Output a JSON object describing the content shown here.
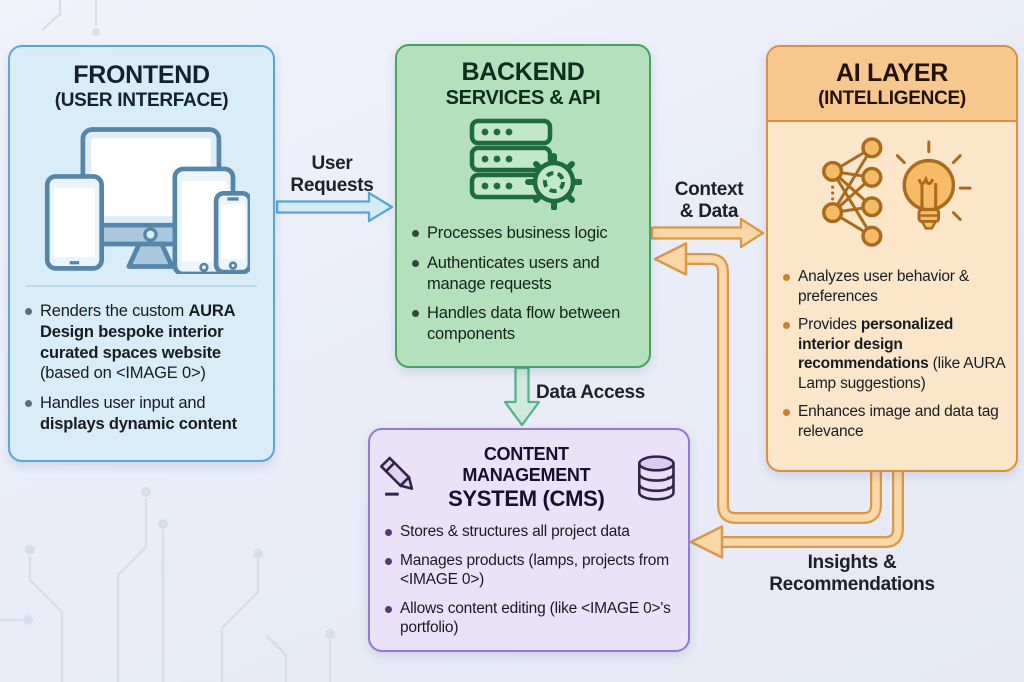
{
  "frontend": {
    "title": "FRONTEND",
    "subtitle": "(USER INTERFACE)",
    "icon": "devices-icon",
    "bullets": [
      {
        "segments": [
          {
            "text": "Renders the custom "
          },
          {
            "text": "AURA Design bespoke interior curated spaces website",
            "bold": true
          },
          {
            "text": " (based on <IMAGE 0>)"
          }
        ]
      },
      {
        "segments": [
          {
            "text": "Handles user input and "
          },
          {
            "text": "displays dynamic content",
            "bold": true
          }
        ]
      }
    ]
  },
  "backend": {
    "title": "BACKEND",
    "subtitle": "SERVICES & API",
    "icon": "server-gear-icon",
    "bullets": [
      {
        "segments": [
          {
            "text": "Processes business logic"
          }
        ]
      },
      {
        "segments": [
          {
            "text": "Authenticates users and manage requests"
          }
        ]
      },
      {
        "segments": [
          {
            "text": "Handles data flow between components"
          }
        ]
      }
    ]
  },
  "ai_layer": {
    "title": "AI LAYER",
    "subtitle": "(INTELLIGENCE)",
    "icon": "neural-network-lightbulb-icon",
    "bullets": [
      {
        "segments": [
          {
            "text": "Analyzes user behavior & preferences"
          }
        ]
      },
      {
        "segments": [
          {
            "text": "Provides "
          },
          {
            "text": "personalized interior design recommendations",
            "bold": true
          },
          {
            "text": " (like AURA Lamp suggestions)"
          }
        ]
      },
      {
        "segments": [
          {
            "text": "Enhances image and data tag relevance"
          }
        ]
      }
    ]
  },
  "cms": {
    "title_line1": "CONTENT MANAGEMENT",
    "title_line2": "SYSTEM (CMS)",
    "icon_left": "pencil-icon",
    "icon_right": "database-icon",
    "bullets": [
      {
        "segments": [
          {
            "text": "Stores & structures all project data"
          }
        ]
      },
      {
        "segments": [
          {
            "text": "Manages products (lamps, projects from <IMAGE 0>)"
          }
        ]
      },
      {
        "segments": [
          {
            "text": "Allows content editing (like <IMAGE 0>'s portfolio)"
          }
        ]
      }
    ]
  },
  "arrow_labels": {
    "user_requests": "User\nRequests",
    "context_data": "Context\n& Data",
    "data_access": "Data Access",
    "insights": "Insights &\nRecommendations"
  },
  "colors": {
    "frontend_accent": "#57a8d4",
    "backend_accent": "#46a361",
    "ai_accent": "#d9913b",
    "cms_accent": "#9577d4",
    "arrow_blue_fill": "#d5ecf8",
    "arrow_orange_fill": "#f8d8a6",
    "arrow_green_fill": "#cfeadd"
  }
}
